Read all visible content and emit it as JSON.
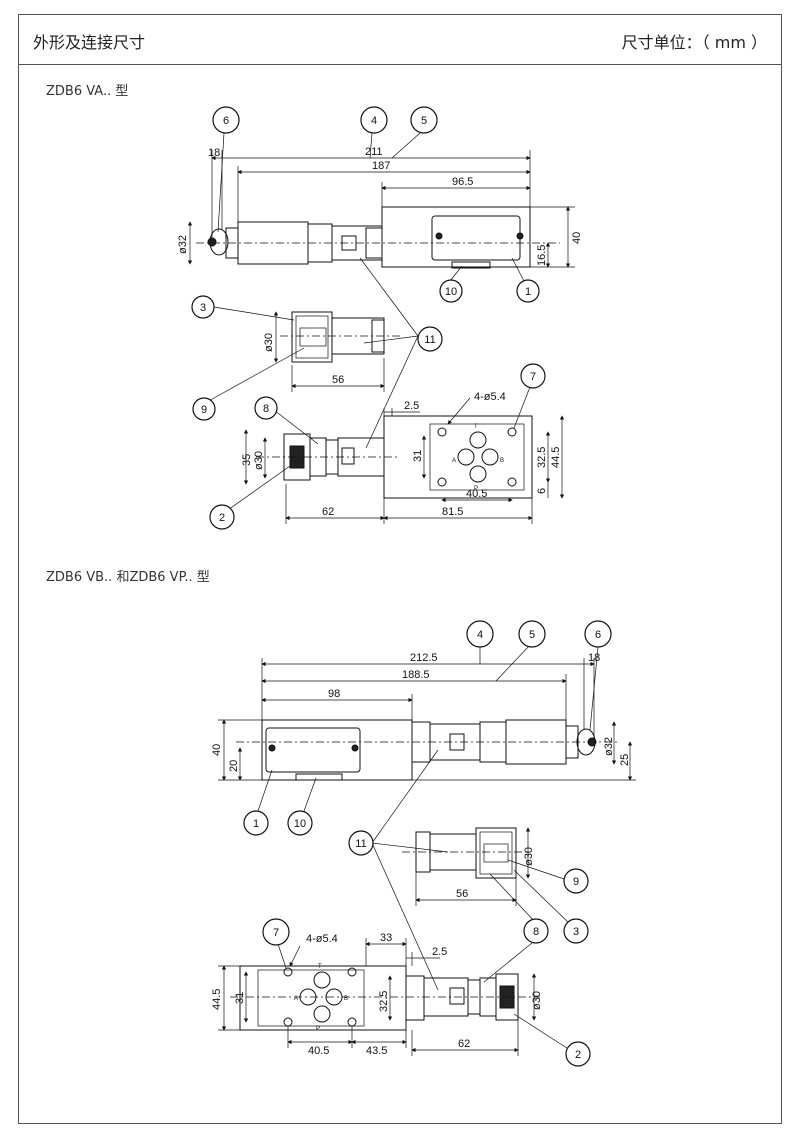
{
  "header": {
    "title": "外形及连接尺寸",
    "unit": "尺寸单位：（ mm ）"
  },
  "section_a": {
    "title": "ZDB6  VA.. 型",
    "dims": {
      "d211": "211",
      "d187": "187",
      "d96_5": "96.5",
      "d18": "18",
      "d32": "ø32",
      "d40": "40",
      "d16_5": "16.5",
      "d30": "ø30",
      "d56": "56",
      "d2_5": "2.5",
      "holes": "4-ø5.4",
      "d35": "35",
      "d30b": "ø30",
      "d31": "31",
      "d32_5": "32.5",
      "d44_5": "44.5",
      "d6": "6",
      "d40_5": "40.5",
      "d62": "62",
      "d81_5": "81.5"
    },
    "ports": {
      "t": "T",
      "a": "A",
      "b": "B",
      "p": "P"
    },
    "callouts": {
      "c1": "1",
      "c2": "2",
      "c3": "3",
      "c4": "4",
      "c5": "5",
      "c6": "6",
      "c7": "7",
      "c8": "8",
      "c9": "9",
      "c10": "10",
      "c11": "11"
    }
  },
  "section_b": {
    "title": "ZDB6  VB.. 和ZDB6  VP.. 型",
    "dims": {
      "d212_5": "212.5",
      "d188_5": "188.5",
      "d98": "98",
      "d18": "18",
      "d40": "40",
      "d20": "20",
      "d32": "ø32",
      "d25": "25",
      "d30": "ø30",
      "d56": "56",
      "holes": "4-ø5.4",
      "d33": "33",
      "d2_5": "2.5",
      "d44_5": "44.5",
      "d31": "31",
      "d32_5": "32.5",
      "d30b": "ø30",
      "d40_5": "40.5",
      "d43_5": "43.5",
      "d62": "62"
    },
    "ports": {
      "t": "T",
      "a": "A",
      "b": "B",
      "p": "P"
    },
    "callouts": {
      "c1": "1",
      "c2": "2",
      "c3": "3",
      "c4": "4",
      "c5": "5",
      "c6": "6",
      "c7": "7",
      "c8": "8",
      "c9": "9",
      "c10": "10",
      "c11": "11"
    }
  }
}
